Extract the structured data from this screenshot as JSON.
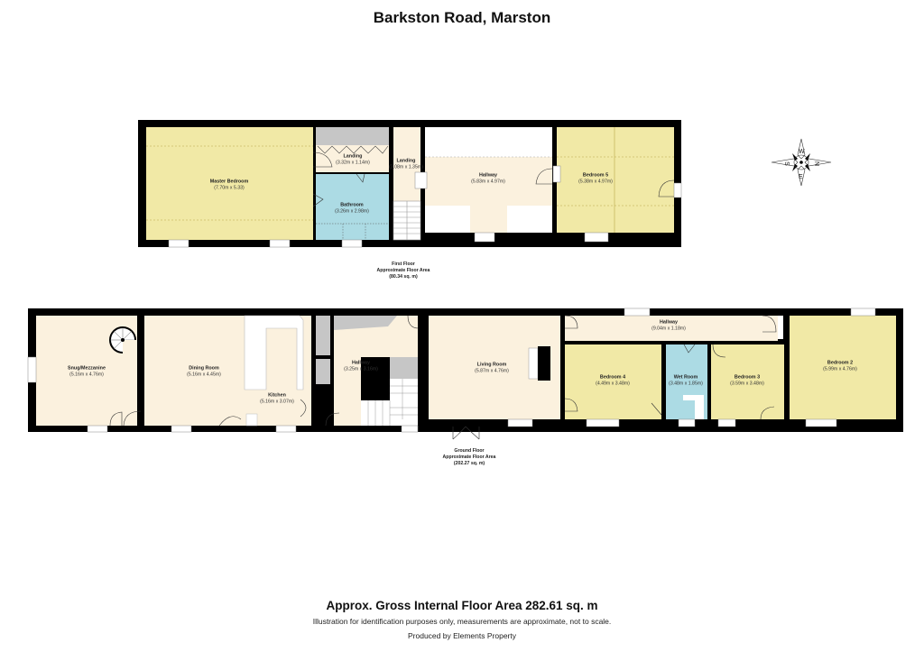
{
  "title": "Barkston Road, Marston",
  "colors": {
    "wall": "#000000",
    "bedroom": "#f1e9a6",
    "circulation": "#fbf1de",
    "bathroom": "#acdbe4",
    "storage": "#c6c6c6"
  },
  "first_floor": {
    "caption": {
      "line1": "First Floor",
      "line2": "Approximate Floor Area",
      "line3": "(80.34 sq. m)"
    },
    "rooms": [
      {
        "name": "Master Bedroom",
        "dims": "(7.70m x 5.33)"
      },
      {
        "name": "Landing",
        "dims": "(3.32m x 1.14m)"
      },
      {
        "name": "Landing",
        "dims": "(3.08m x 1.35m)"
      },
      {
        "name": "Bathroom",
        "dims": "(3.26m x 2.98m)"
      },
      {
        "name": "Hallway",
        "dims": "(5.83m x 4.97m)"
      },
      {
        "name": "Bedroom 5",
        "dims": "(5.38m x 4.97m)"
      }
    ]
  },
  "ground_floor": {
    "caption": {
      "line1": "Ground Floor",
      "line2": "Approximate Floor Area",
      "line3": "(202.27 sq. m)"
    },
    "rooms": [
      {
        "name": "Snug/Mezzanine",
        "dims": "(5.16m x 4.76m)"
      },
      {
        "name": "Dining Room",
        "dims": "(5.16m x 4.45m)"
      },
      {
        "name": "Kitchen",
        "dims": "(5.16m x 3.07m)"
      },
      {
        "name": "Hallway",
        "dims": "(3.25m x 3.16m)"
      },
      {
        "name": "Living Room",
        "dims": "(5.87m x 4.76m)"
      },
      {
        "name": "Hallway",
        "dims": "(9.04m x 1.18m)"
      },
      {
        "name": "Bedroom 4",
        "dims": "(4.49m x 3.48m)"
      },
      {
        "name": "Wet Room",
        "dims": "(3.48m x 1.85m)"
      },
      {
        "name": "Bedroom 3",
        "dims": "(3.59m x 3.48m)"
      },
      {
        "name": "Bedroom 2",
        "dims": "(5.99m x 4.76m)"
      }
    ]
  },
  "compass": {
    "n": "N",
    "s": "S",
    "e": "E",
    "w": "W"
  },
  "footer": {
    "total_area": "Approx. Gross Internal Floor Area 282.61 sq. m",
    "disclaimer": "Illustration for identification purposes only, measurements are approximate, not to scale.",
    "credit": "Produced by Elements Property"
  }
}
